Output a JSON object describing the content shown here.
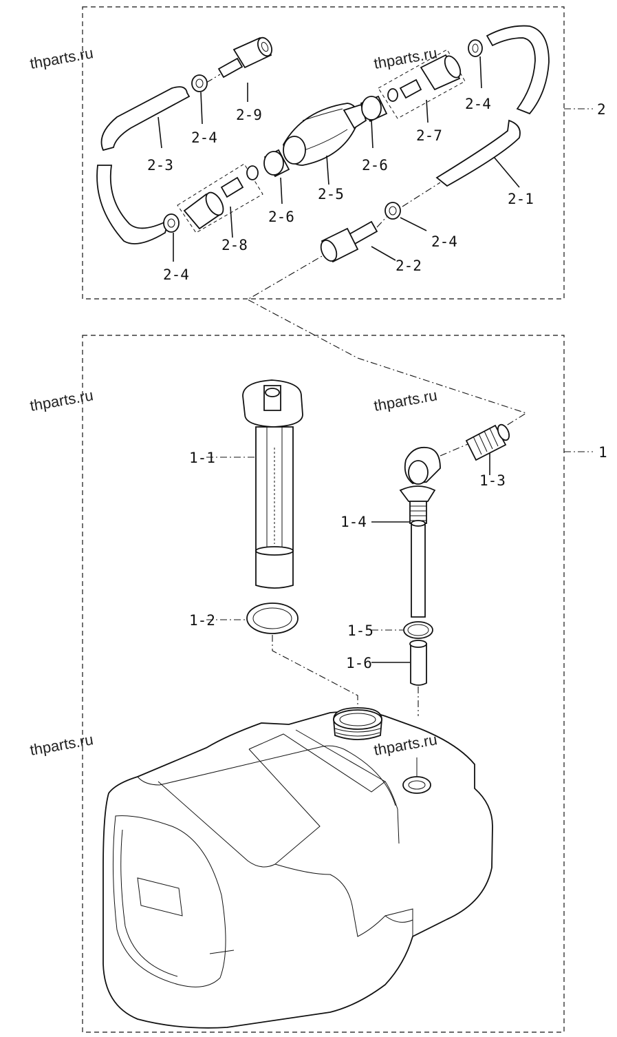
{
  "watermark": "thparts.ru",
  "groups": {
    "group_2": "2",
    "group_1": "1"
  },
  "parts": {
    "p2_1": "2-1",
    "p2_2": "2-2",
    "p2_3": "2-3",
    "p2_4": "2-4",
    "p2_5": "2-5",
    "p2_6": "2-6",
    "p2_7": "2-7",
    "p2_8": "2-8",
    "p2_9": "2-9",
    "p1_1": "1-1",
    "p1_2": "1-2",
    "p1_3": "1-3",
    "p1_4": "1-4",
    "p1_5": "1-5",
    "p1_6": "1-6"
  }
}
